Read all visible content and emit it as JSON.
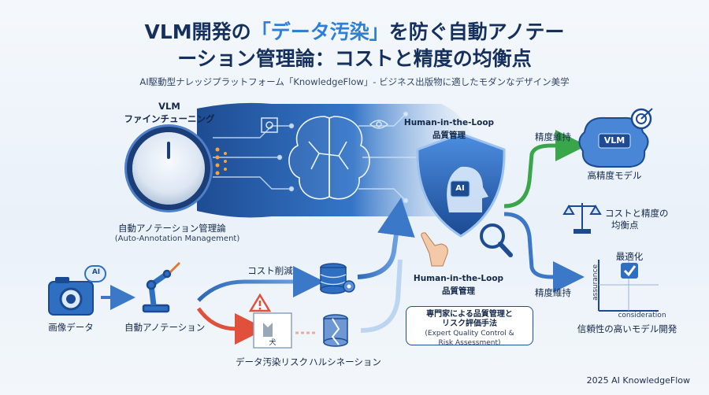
{
  "header": {
    "title_line1_pre": "VLM開発の",
    "title_line1_hl": "「データ汚染」",
    "title_line1_post": "を防ぐ自動アノテー",
    "title_line2": "ーション管理論：コストと精度の均衡点",
    "subtitle": "AI駆動型ナレッジプラットフォーム「KnowledgeFlow」- ビジネス出版物に適したモダンなデザイン美学"
  },
  "left": {
    "vlm_label_1": "VLM",
    "vlm_label_2": "ファインチューニング",
    "auto_mgmt_jp": "自動アノテーション管理論",
    "auto_mgmt_en": "(Auto-Annotation Management)"
  },
  "pipeline": {
    "image_data": "画像データ",
    "camera_badge": "AI",
    "auto_annotation": "自動アノテーション",
    "cost_reduction": "コスト削減",
    "contamination_risk": "データ汚染リスク",
    "dog_tag": "犬",
    "hallucination": "ハルシネーション"
  },
  "center": {
    "hitl_top_1": "Human-in-the-Loop",
    "hitl_top_2": "品質管理",
    "hitl_bottom_1": "Human-in-the-Loop",
    "hitl_bottom_2": "品質管理",
    "shield_chip": "AI",
    "callout_1": "専門家による品質管理と",
    "callout_2": "リスク評価手法",
    "callout_3": "(Expert Quality Control &",
    "callout_4": "Risk Assessment)"
  },
  "right": {
    "accuracy_keep_top": "精度維持",
    "accuracy_keep_bottom": "精度維持",
    "brain_chip": "VLM",
    "high_accuracy_model": "高精度モデル",
    "balance_1": "コストと精度の",
    "balance_2": "均衡点",
    "optimized": "最適化",
    "axis_y": "assurance",
    "axis_x": "consideration",
    "reliable_dev": "信頼性の高いモデル開発"
  },
  "footer": {
    "copyright": "2025 AI KnowledgeFlow"
  },
  "colors": {
    "primary": "#1f4f96",
    "accent": "#2f7ed8",
    "green": "#3aa64a",
    "red": "#e0503a"
  }
}
